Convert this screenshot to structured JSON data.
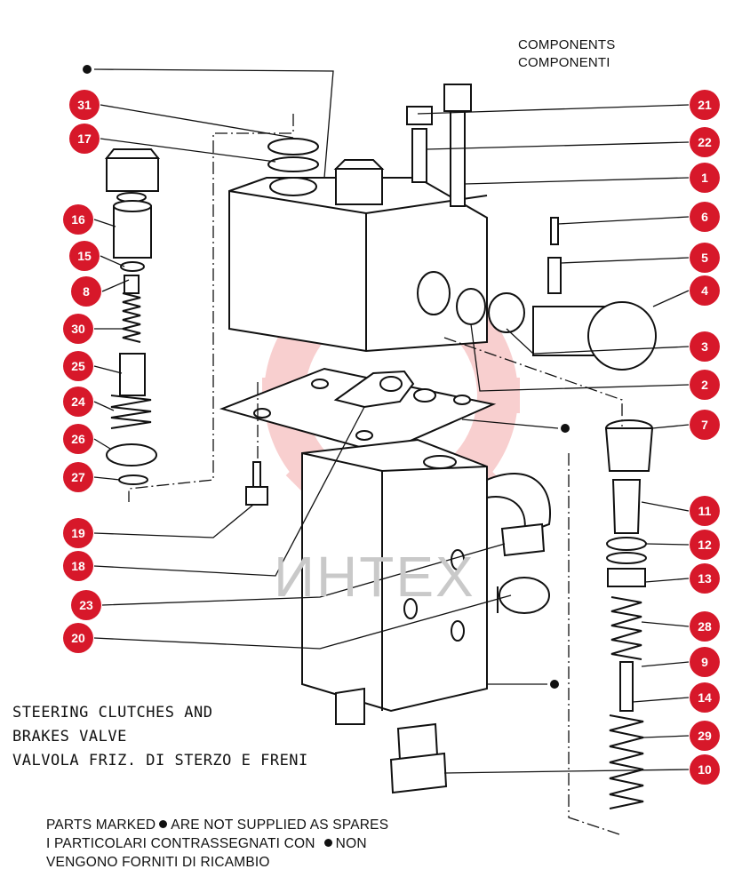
{
  "header": {
    "line1": "COMPONENTS",
    "line2": "COMPONENTI"
  },
  "title": {
    "line1": "STEERING CLUTCHES AND",
    "line2": "BRAKES VALVE",
    "line3": "VALVOLA  FRIZ. DI STERZO E FRENI"
  },
  "note": {
    "line1_a": "PARTS MARKED",
    "line1_b": "ARE NOT SUPPLIED AS SPARES",
    "line2_a": "I PARTICOLARI CONTRASSEGNATI CON",
    "line2_b": "NON",
    "line3": "VENGONO FORNITI DI RICAMBIO"
  },
  "watermark": "ИНТЕХ",
  "colors": {
    "badge": "#d7182a",
    "line": "#111111",
    "watermark_gear": "#f4b8b8"
  },
  "left_callouts": [
    "31",
    "17",
    "16",
    "15",
    "8",
    "30",
    "25",
    "24",
    "26",
    "27",
    "19",
    "18",
    "23",
    "20"
  ],
  "right_callouts": [
    "21",
    "22",
    "1",
    "6",
    "5",
    "4",
    "3",
    "2",
    "7",
    "11",
    "12",
    "13",
    "28",
    "9",
    "14",
    "29",
    "10"
  ]
}
